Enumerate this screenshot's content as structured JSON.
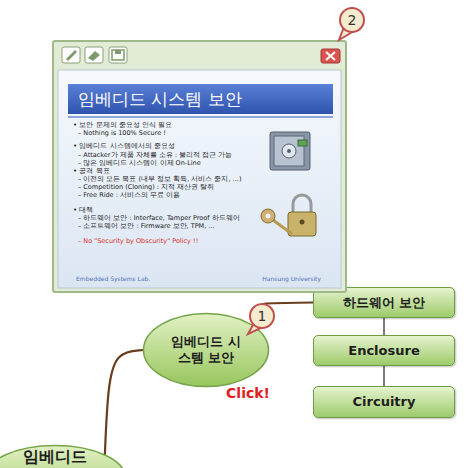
{
  "diagram": {
    "nodes": [
      {
        "text": [
          "• 보안 문제의 중요성 인식 필요",
          "– Nothing is 100% Secure !",
          "• 임베디드 시스템에서의 중요성",
          "– Attacker가 제품 자체를 소유 : 물리적 접근 가능",
          "– 많은 임베디드 시스템이 이제 On-Line",
          "• 공격 목표",
          "– 이전의 모든 목표 (내부 정보 획득, 서비스 중지, …)",
          "– Competition (Cloning) : 지적 재산권 탈취",
          "– Free Ride : 서비스의 무료 이용",
          "• 대책",
          "– 하드웨어 보안 : Interface, Tamper Proof 하드웨어",
          "– 소프트웨어 보안 : Firmware 보안, TPM, …",
          "– No \"Security by Obscurity\" Policy !!",
          "Embedded Systems Lab.",
          "Hansung University"
        ]
      },
      {
        "text": [
          "임베디드 시스템 보안"
        ],
        "in": 0
      },
      {
        "text": [
          "하드웨어 보안"
        ]
      },
      {
        "text": [
          "임베디드 시스템 보안"
        ]
      },
      {
        "text": [
          "Enclosure"
        ]
      },
      {
        "text": [
          "Circuitry"
        ]
      },
      {
        "text": [
          "임베디드"
        ]
      }
    ],
    "edges": [
      {
        "from": 6,
        "to": 3,
        "arrow": "none"
      },
      {
        "from": 3,
        "to": 2,
        "arrow": "none"
      },
      {
        "from": 2,
        "to": 4,
        "arrow": "none"
      },
      {
        "from": 4,
        "to": 5,
        "arrow": "none"
      }
    ],
    "labels": [
      "2",
      "1",
      "Click!"
    ]
  }
}
